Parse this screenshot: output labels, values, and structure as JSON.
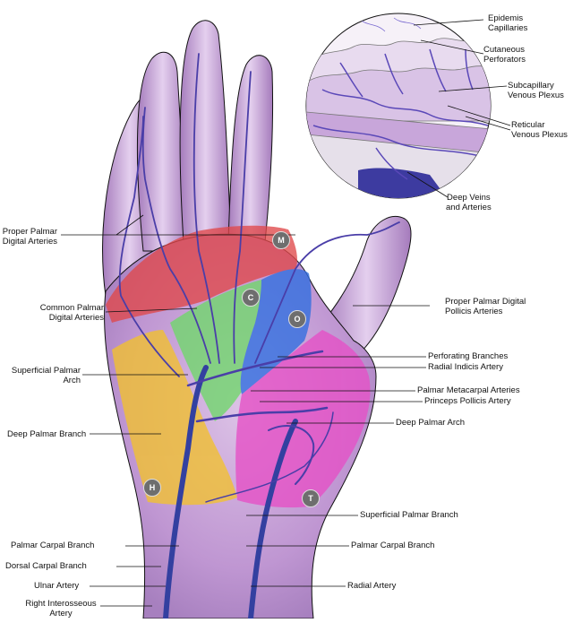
{
  "labels": {
    "epidermis_capillaries": [
      "Epidemis",
      "Capillaries"
    ],
    "cutaneous_perforators": [
      "Cutaneous",
      "Perforators"
    ],
    "subcapillary_plexus": [
      "Subcapillary",
      "Venous Plexus"
    ],
    "reticular_plexus": [
      "Reticular",
      "Venous Plexus"
    ],
    "deep_veins": [
      "Deep Veins",
      "and Arteries"
    ],
    "proper_palmar_digital": [
      "Proper Palmar",
      "Digital Arteries"
    ],
    "common_palmar_digital": [
      "Common Palmar",
      "Digital Arteries"
    ],
    "superficial_palmar_arch": [
      "Superficial Palmar",
      "Arch"
    ],
    "deep_palmar_branch": "Deep Palmar Branch",
    "proper_palmar_pollicis": [
      "Proper Palmar Digital",
      "Pollicis Arteries"
    ],
    "perforating_branches": "Perforating Branches",
    "radial_indicis": "Radial Indicis Artery",
    "palmar_metacarpal": "Palmar Metacarpal Arteries",
    "princeps_pollicis": "Princeps Pollicis Artery",
    "deep_palmar_arch": "Deep Palmar Arch",
    "superficial_palmar_branch": "Superficial Palmar Branch",
    "palmar_carpal_branch_left": "Palmar Carpal Branch",
    "palmar_carpal_branch_right": "Palmar Carpal Branch",
    "dorsal_carpal_branch": "Dorsal Carpal Branch",
    "ulnar_artery": "Ulnar Artery",
    "radial_artery": "Radial Artery",
    "right_interosseous": [
      "Right Interosseous",
      "Artery"
    ]
  },
  "zones": {
    "M": {
      "letter": "M",
      "color": "#e0484a"
    },
    "C": {
      "letter": "C",
      "color": "#6fd86a"
    },
    "O": {
      "letter": "O",
      "color": "#2f6ee0"
    },
    "H": {
      "letter": "H",
      "color": "#f2c12e"
    },
    "T": {
      "letter": "T",
      "color": "#e64fc6"
    }
  },
  "colors": {
    "skin": "#c9a3d8",
    "vessel": "#4a3ea8",
    "artery_dark": "#3340a0"
  }
}
